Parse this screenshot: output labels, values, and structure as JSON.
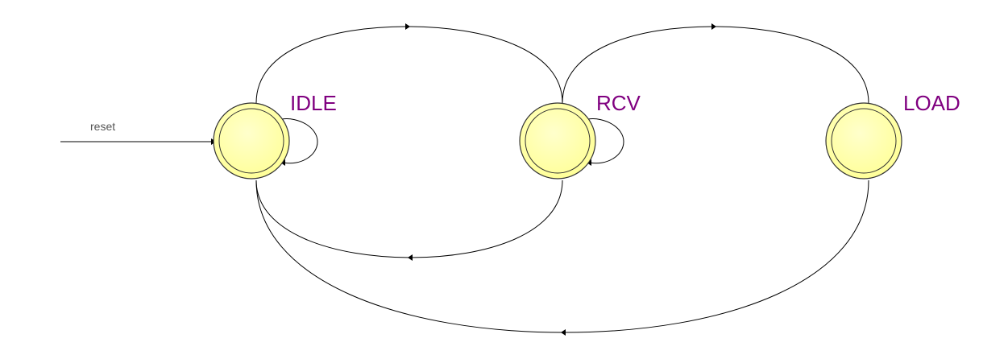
{
  "diagram": {
    "states": [
      {
        "id": "idle",
        "label": "IDLE"
      },
      {
        "id": "rcv",
        "label": "RCV"
      },
      {
        "id": "load",
        "label": "LOAD"
      }
    ],
    "initial_transition_label": "reset",
    "transitions": [
      {
        "from": "IDLE",
        "to": "IDLE"
      },
      {
        "from": "IDLE",
        "to": "RCV"
      },
      {
        "from": "RCV",
        "to": "IDLE"
      },
      {
        "from": "RCV",
        "to": "RCV"
      },
      {
        "from": "RCV",
        "to": "LOAD"
      },
      {
        "from": "LOAD",
        "to": "IDLE"
      }
    ],
    "colors": {
      "state_fill": "#ffff99",
      "state_highlight": "#ffffcc",
      "state_border": "#333333",
      "label": "#800080",
      "edge": "#000000"
    }
  }
}
